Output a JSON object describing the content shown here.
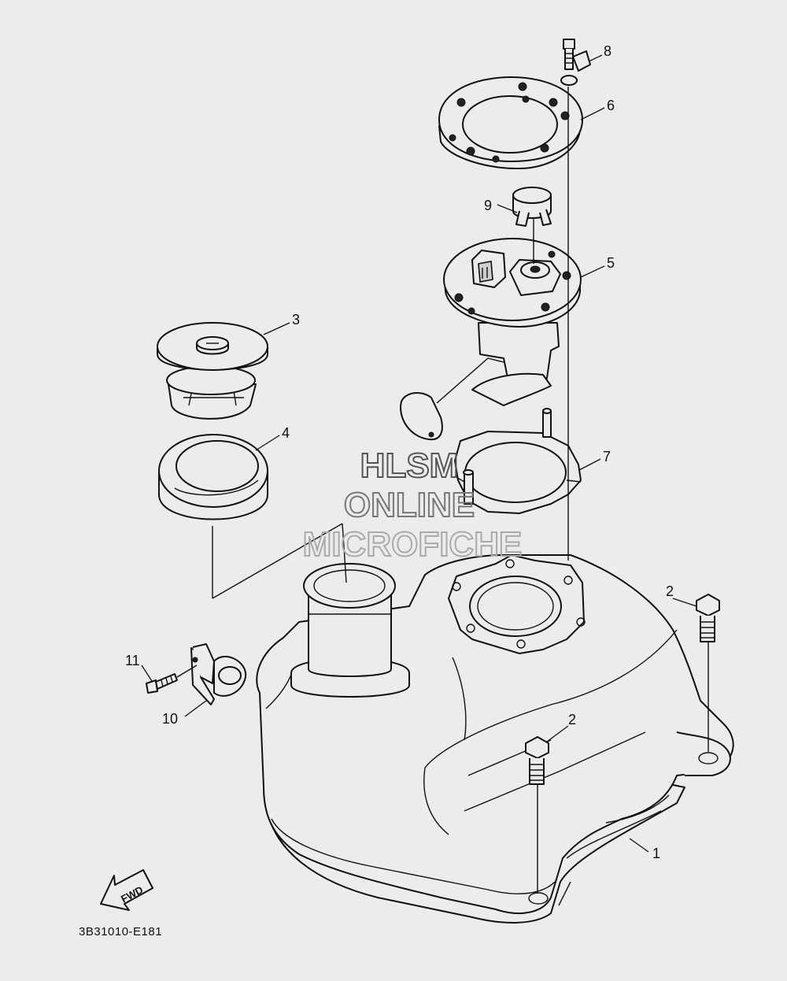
{
  "diagram": {
    "drawing_code": "3B31010-E181",
    "forward_label": "FWD",
    "callouts": {
      "tank": "1",
      "bolt_front": "2",
      "bolt_rear": "2",
      "cap": "3",
      "gasket": "4",
      "pump": "5",
      "retainer_ring": "6",
      "pump_gasket": "7",
      "bolt_washer": "8",
      "pump_cap": "9",
      "hose_clamp": "10",
      "clamp_bolt": "11"
    }
  },
  "watermark": {
    "line1": "HLSM",
    "line2": "ONLINE",
    "line3": "MICROFICHE"
  }
}
